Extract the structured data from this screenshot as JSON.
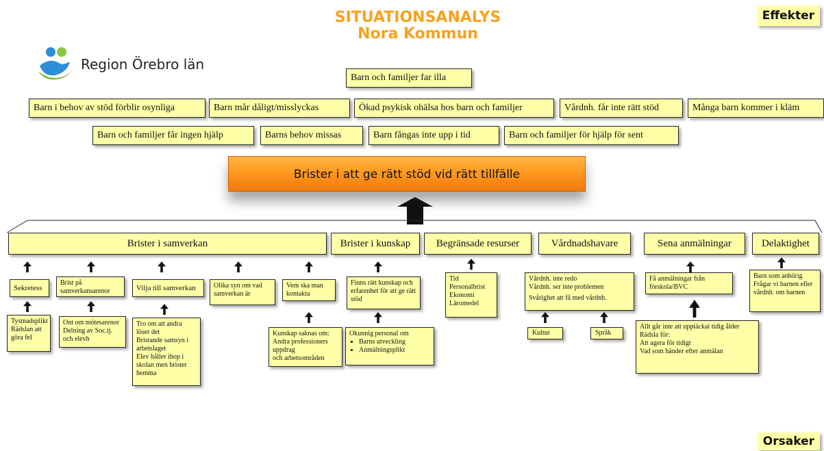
{
  "title": {
    "line1": "SITUATIONSANALYS",
    "line2": "Nora Kommun"
  },
  "corners": {
    "top_right": "Effekter",
    "bottom_right": "Orsaker"
  },
  "logo": {
    "text": "Region Örebro län"
  },
  "effects": {
    "top": "Barn och familjer far illa",
    "row1": [
      "Barn i behov av stöd förblir osynliga",
      "Barn mår dåligt/misslyckas",
      "Ökad psykisk ohälsa hos barn och familjer",
      "Vårdnh. får inte rätt stöd",
      "Många barn kommer i kläm"
    ],
    "row2": [
      "Barn och familjer får ingen hjälp",
      "Barns behov missas",
      "Barn fångas inte upp i tid",
      "Barn och familjer för hjälp för sent"
    ]
  },
  "main_problem": "Brister i att ge rätt stöd vid rätt tillfälle",
  "categories": [
    "Brister i samverkan",
    "Brister i kunskap",
    "Begränsade resurser",
    "Vårdnadshavare",
    "Sena anmälningar",
    "Delaktighet"
  ],
  "causes": {
    "sekretess": "Sekretess",
    "sekretess_root": "Tystnadsplikt\nRädslan att göra fel",
    "brist": "Brist på samverkansarenor",
    "brist_root": "Ont om mötesarenor\nDelning av Soc.tj. och elevh",
    "vilja": "Vilja till samverkan",
    "vilja_root": "Tro om att andra löser det\nBristande samsyn i arbetslaget\nElev håller ihop i skolan men brister hemma",
    "olika": "Olika syn om vad samverkan är",
    "vem": "Vem ska man kontakta",
    "vem_root": "Kunskap saknas om:\nAndra professioners uppdrag\noch arbetsområden",
    "finns": "Finns rätt kunskap och erfarenhet för att ge rätt stöd",
    "okunnig": "Okunnig personal om",
    "okunnig_items": [
      "Barns utveckling",
      "Anmälningsplikt"
    ],
    "resurser": "Tid\nPersonalbrist\nEkonomi\nLäromedel",
    "vardnh1": "Vårdnh. inte redo",
    "vardnh2": "Vårdnh. ser inte problemen",
    "vardnh3": "Svårighet att få med vårdnh.",
    "kultur": "Kultur",
    "sprak": "Språk",
    "fa": "Få anmälningar från förskola/BVC",
    "allt": "Allt går inte att upptäckai tidig ålder\nRädsla för:\nAtt agera för tidigt\nVad som händer efter anmälan",
    "delak": "Barn som anhörig\nFrågar vi barnen eller vårdnh. om barnen"
  }
}
